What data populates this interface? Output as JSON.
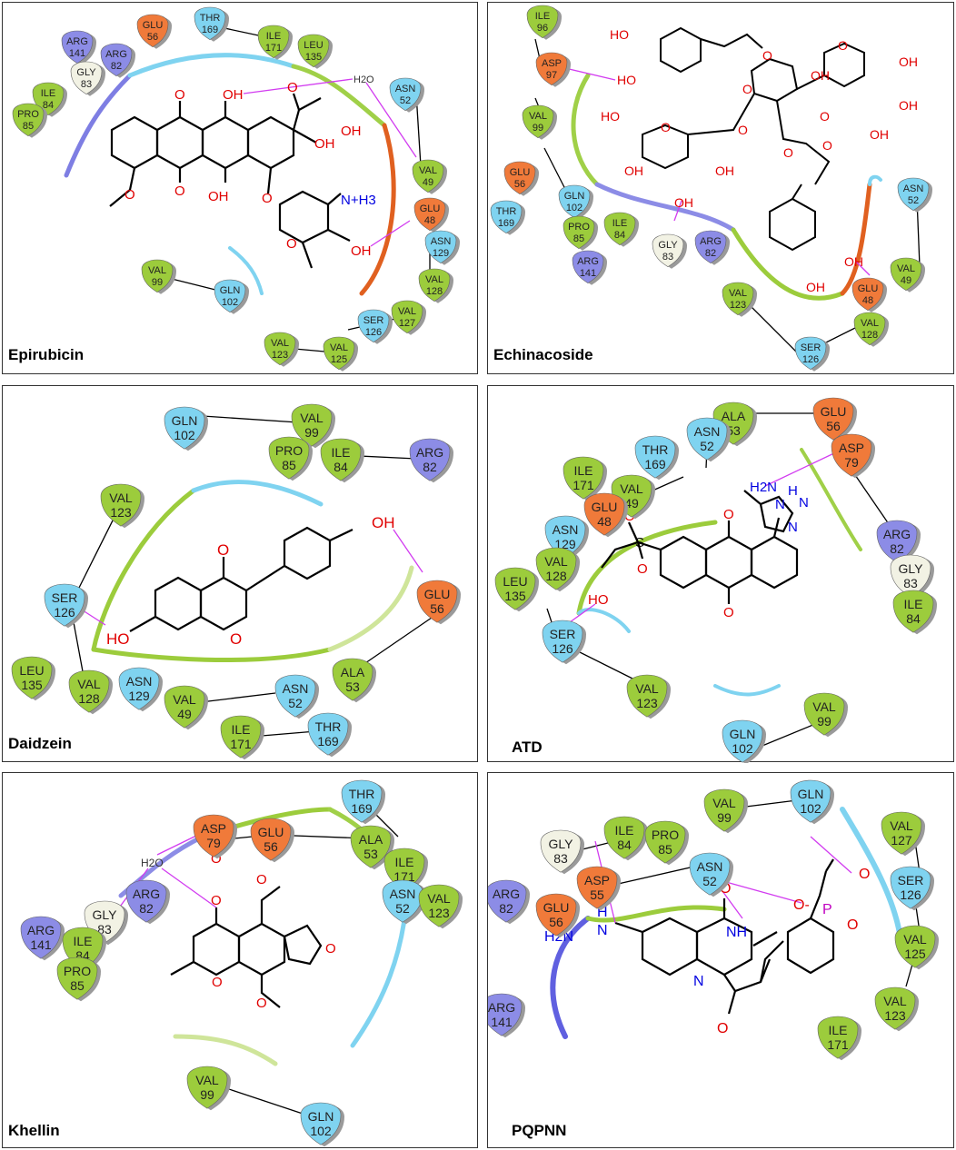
{
  "colors": {
    "hydrophobic": "#9ccc3c",
    "negative": "#f07a3a",
    "positive": "#8c8ce6",
    "polar": "#7fd3f0",
    "glycine": "#f2f2e4",
    "hbond": "#d23cf0",
    "bond": "#000000",
    "oxygen": "#e00000",
    "nitrogen": "#0000e0",
    "phosphorus": "#c000c0"
  },
  "panels": [
    {
      "label": "Epirubicin",
      "residues": [
        {
          "id": "glu56",
          "name": "GLU",
          "num": "56",
          "cls": "negative"
        },
        {
          "id": "thr169",
          "name": "THR",
          "num": "169",
          "cls": "polar"
        },
        {
          "id": "ile171",
          "name": "ILE",
          "num": "171",
          "cls": "hydrophobic"
        },
        {
          "id": "leu135",
          "name": "LEU",
          "num": "135",
          "cls": "hydrophobic"
        },
        {
          "id": "arg141",
          "name": "ARG",
          "num": "141",
          "cls": "positive"
        },
        {
          "id": "arg82",
          "name": "ARG",
          "num": "82",
          "cls": "positive"
        },
        {
          "id": "gly83",
          "name": "GLY",
          "num": "83",
          "cls": "glycine"
        },
        {
          "id": "ile84",
          "name": "ILE",
          "num": "84",
          "cls": "hydrophobic"
        },
        {
          "id": "pro85",
          "name": "PRO",
          "num": "85",
          "cls": "hydrophobic"
        },
        {
          "id": "asn52",
          "name": "ASN",
          "num": "52",
          "cls": "polar"
        },
        {
          "id": "val49",
          "name": "VAL",
          "num": "49",
          "cls": "hydrophobic"
        },
        {
          "id": "glu48",
          "name": "GLU",
          "num": "48",
          "cls": "negative"
        },
        {
          "id": "asn129",
          "name": "ASN",
          "num": "129",
          "cls": "polar"
        },
        {
          "id": "val128",
          "name": "VAL",
          "num": "128",
          "cls": "hydrophobic"
        },
        {
          "id": "val127",
          "name": "VAL",
          "num": "127",
          "cls": "hydrophobic"
        },
        {
          "id": "ser126",
          "name": "SER",
          "num": "126",
          "cls": "polar"
        },
        {
          "id": "val125",
          "name": "VAL",
          "num": "125",
          "cls": "hydrophobic"
        },
        {
          "id": "val123",
          "name": "VAL",
          "num": "123",
          "cls": "hydrophobic"
        },
        {
          "id": "val99",
          "name": "VAL",
          "num": "99",
          "cls": "hydrophobic"
        },
        {
          "id": "gln102",
          "name": "GLN",
          "num": "102",
          "cls": "polar"
        }
      ],
      "atoms": [
        "OH",
        "OH",
        "OH",
        "OH",
        "OH",
        "O",
        "O",
        "O",
        "O",
        "O",
        "O",
        "N+H3",
        "H2O"
      ]
    },
    {
      "label": "Echinacoside",
      "residues": [
        {
          "id": "ile96",
          "name": "ILE",
          "num": "96",
          "cls": "hydrophobic"
        },
        {
          "id": "asp97",
          "name": "ASP",
          "num": "97",
          "cls": "negative"
        },
        {
          "id": "val99",
          "name": "VAL",
          "num": "99",
          "cls": "hydrophobic"
        },
        {
          "id": "glu56",
          "name": "GLU",
          "num": "56",
          "cls": "negative"
        },
        {
          "id": "gln102",
          "name": "GLN",
          "num": "102",
          "cls": "polar"
        },
        {
          "id": "thr169",
          "name": "THR",
          "num": "169",
          "cls": "polar"
        },
        {
          "id": "pro85",
          "name": "PRO",
          "num": "85",
          "cls": "hydrophobic"
        },
        {
          "id": "ile84",
          "name": "ILE",
          "num": "84",
          "cls": "hydrophobic"
        },
        {
          "id": "gly83",
          "name": "GLY",
          "num": "83",
          "cls": "glycine"
        },
        {
          "id": "arg82",
          "name": "ARG",
          "num": "82",
          "cls": "positive"
        },
        {
          "id": "arg141",
          "name": "ARG",
          "num": "141",
          "cls": "positive"
        },
        {
          "id": "asn52",
          "name": "ASN",
          "num": "52",
          "cls": "polar"
        },
        {
          "id": "val49",
          "name": "VAL",
          "num": "49",
          "cls": "hydrophobic"
        },
        {
          "id": "glu48",
          "name": "GLU",
          "num": "48",
          "cls": "negative"
        },
        {
          "id": "val123",
          "name": "VAL",
          "num": "123",
          "cls": "hydrophobic"
        },
        {
          "id": "ser126",
          "name": "SER",
          "num": "126",
          "cls": "polar"
        },
        {
          "id": "val128",
          "name": "VAL",
          "num": "128",
          "cls": "hydrophobic"
        }
      ],
      "atoms": [
        "HO",
        "HO",
        "HO",
        "OH",
        "OH",
        "OH",
        "OH",
        "OH",
        "OH",
        "OH",
        "OH",
        "OH",
        "O",
        "O",
        "O",
        "O",
        "O",
        "O",
        "O",
        "O"
      ]
    },
    {
      "label": "Daidzein",
      "residues": [
        {
          "id": "gln102",
          "name": "GLN",
          "num": "102",
          "cls": "polar"
        },
        {
          "id": "val99",
          "name": "VAL",
          "num": "99",
          "cls": "hydrophobic"
        },
        {
          "id": "pro85",
          "name": "PRO",
          "num": "85",
          "cls": "hydrophobic"
        },
        {
          "id": "ile84",
          "name": "ILE",
          "num": "84",
          "cls": "hydrophobic"
        },
        {
          "id": "arg82",
          "name": "ARG",
          "num": "82",
          "cls": "positive"
        },
        {
          "id": "val123",
          "name": "VAL",
          "num": "123",
          "cls": "hydrophobic"
        },
        {
          "id": "ser126",
          "name": "SER",
          "num": "126",
          "cls": "polar"
        },
        {
          "id": "glu56",
          "name": "GLU",
          "num": "56",
          "cls": "negative"
        },
        {
          "id": "leu135",
          "name": "LEU",
          "num": "135",
          "cls": "hydrophobic"
        },
        {
          "id": "val128",
          "name": "VAL",
          "num": "128",
          "cls": "hydrophobic"
        },
        {
          "id": "asn129",
          "name": "ASN",
          "num": "129",
          "cls": "polar"
        },
        {
          "id": "val49",
          "name": "VAL",
          "num": "49",
          "cls": "hydrophobic"
        },
        {
          "id": "asn52",
          "name": "ASN",
          "num": "52",
          "cls": "polar"
        },
        {
          "id": "ala53",
          "name": "ALA",
          "num": "53",
          "cls": "hydrophobic"
        },
        {
          "id": "ile171",
          "name": "ILE",
          "num": "171",
          "cls": "hydrophobic"
        },
        {
          "id": "thr169",
          "name": "THR",
          "num": "169",
          "cls": "polar"
        }
      ],
      "atoms": [
        "O",
        "O",
        "OH",
        "HO"
      ]
    },
    {
      "label": "ATD",
      "residues": [
        {
          "id": "ala53",
          "name": "ALA",
          "num": "53",
          "cls": "hydrophobic"
        },
        {
          "id": "glu56",
          "name": "GLU",
          "num": "56",
          "cls": "negative"
        },
        {
          "id": "thr169",
          "name": "THR",
          "num": "169",
          "cls": "polar"
        },
        {
          "id": "asn52",
          "name": "ASN",
          "num": "52",
          "cls": "polar"
        },
        {
          "id": "asp79",
          "name": "ASP",
          "num": "79",
          "cls": "negative"
        },
        {
          "id": "ile171",
          "name": "ILE",
          "num": "171",
          "cls": "hydrophobic"
        },
        {
          "id": "val49",
          "name": "VAL",
          "num": "49",
          "cls": "hydrophobic"
        },
        {
          "id": "glu48",
          "name": "GLU",
          "num": "48",
          "cls": "negative"
        },
        {
          "id": "asn129",
          "name": "ASN",
          "num": "129",
          "cls": "polar"
        },
        {
          "id": "val128",
          "name": "VAL",
          "num": "128",
          "cls": "hydrophobic"
        },
        {
          "id": "leu135",
          "name": "LEU",
          "num": "135",
          "cls": "hydrophobic"
        },
        {
          "id": "arg82",
          "name": "ARG",
          "num": "82",
          "cls": "positive"
        },
        {
          "id": "gly83",
          "name": "GLY",
          "num": "83",
          "cls": "glycine"
        },
        {
          "id": "ile84",
          "name": "ILE",
          "num": "84",
          "cls": "hydrophobic"
        },
        {
          "id": "ser126",
          "name": "SER",
          "num": "126",
          "cls": "polar"
        },
        {
          "id": "val123",
          "name": "VAL",
          "num": "123",
          "cls": "hydrophobic"
        },
        {
          "id": "val99",
          "name": "VAL",
          "num": "99",
          "cls": "hydrophobic"
        },
        {
          "id": "gln102",
          "name": "GLN",
          "num": "102",
          "cls": "polar"
        }
      ],
      "atoms": [
        "H2N",
        "H",
        "N",
        "N",
        "N",
        "S",
        "O",
        "O",
        "O",
        "O",
        "HO"
      ]
    },
    {
      "label": "Khellin",
      "residues": [
        {
          "id": "thr169",
          "name": "THR",
          "num": "169",
          "cls": "polar"
        },
        {
          "id": "asp79",
          "name": "ASP",
          "num": "79",
          "cls": "negative"
        },
        {
          "id": "glu56",
          "name": "GLU",
          "num": "56",
          "cls": "negative"
        },
        {
          "id": "ala53",
          "name": "ALA",
          "num": "53",
          "cls": "hydrophobic"
        },
        {
          "id": "ile171",
          "name": "ILE",
          "num": "171",
          "cls": "hydrophobic"
        },
        {
          "id": "asn52",
          "name": "ASN",
          "num": "52",
          "cls": "polar"
        },
        {
          "id": "arg82",
          "name": "ARG",
          "num": "82",
          "cls": "positive"
        },
        {
          "id": "gly83",
          "name": "GLY",
          "num": "83",
          "cls": "glycine"
        },
        {
          "id": "arg141",
          "name": "ARG",
          "num": "141",
          "cls": "positive"
        },
        {
          "id": "ile84",
          "name": "ILE",
          "num": "84",
          "cls": "hydrophobic"
        },
        {
          "id": "pro85",
          "name": "PRO",
          "num": "85",
          "cls": "hydrophobic"
        },
        {
          "id": "val123",
          "name": "VAL",
          "num": "123",
          "cls": "hydrophobic"
        },
        {
          "id": "val99",
          "name": "VAL",
          "num": "99",
          "cls": "hydrophobic"
        },
        {
          "id": "gln102",
          "name": "GLN",
          "num": "102",
          "cls": "polar"
        }
      ],
      "atoms": [
        "H2O",
        "O",
        "O",
        "O",
        "O",
        "O",
        "O"
      ]
    },
    {
      "label": "PQPNN",
      "residues": [
        {
          "id": "val99",
          "name": "VAL",
          "num": "99",
          "cls": "hydrophobic"
        },
        {
          "id": "gln102",
          "name": "GLN",
          "num": "102",
          "cls": "polar"
        },
        {
          "id": "gly83",
          "name": "GLY",
          "num": "83",
          "cls": "glycine"
        },
        {
          "id": "ile84",
          "name": "ILE",
          "num": "84",
          "cls": "hydrophobic"
        },
        {
          "id": "pro85",
          "name": "PRO",
          "num": "85",
          "cls": "hydrophobic"
        },
        {
          "id": "val127",
          "name": "VAL",
          "num": "127",
          "cls": "hydrophobic"
        },
        {
          "id": "asn52",
          "name": "ASN",
          "num": "52",
          "cls": "polar"
        },
        {
          "id": "ser126",
          "name": "SER",
          "num": "126",
          "cls": "polar"
        },
        {
          "id": "arg82",
          "name": "ARG",
          "num": "82",
          "cls": "positive"
        },
        {
          "id": "asp55",
          "name": "ASP",
          "num": "55",
          "cls": "negative"
        },
        {
          "id": "glu56",
          "name": "GLU",
          "num": "56",
          "cls": "negative"
        },
        {
          "id": "val125",
          "name": "VAL",
          "num": "125",
          "cls": "hydrophobic"
        },
        {
          "id": "arg141",
          "name": "ARG",
          "num": "141",
          "cls": "positive"
        },
        {
          "id": "val123",
          "name": "VAL",
          "num": "123",
          "cls": "hydrophobic"
        },
        {
          "id": "ile171",
          "name": "ILE",
          "num": "171",
          "cls": "hydrophobic"
        }
      ],
      "atoms": [
        "O",
        "O",
        "O",
        "O",
        "O-",
        "P",
        "H2N",
        "H",
        "N",
        "NH",
        "N"
      ]
    }
  ]
}
